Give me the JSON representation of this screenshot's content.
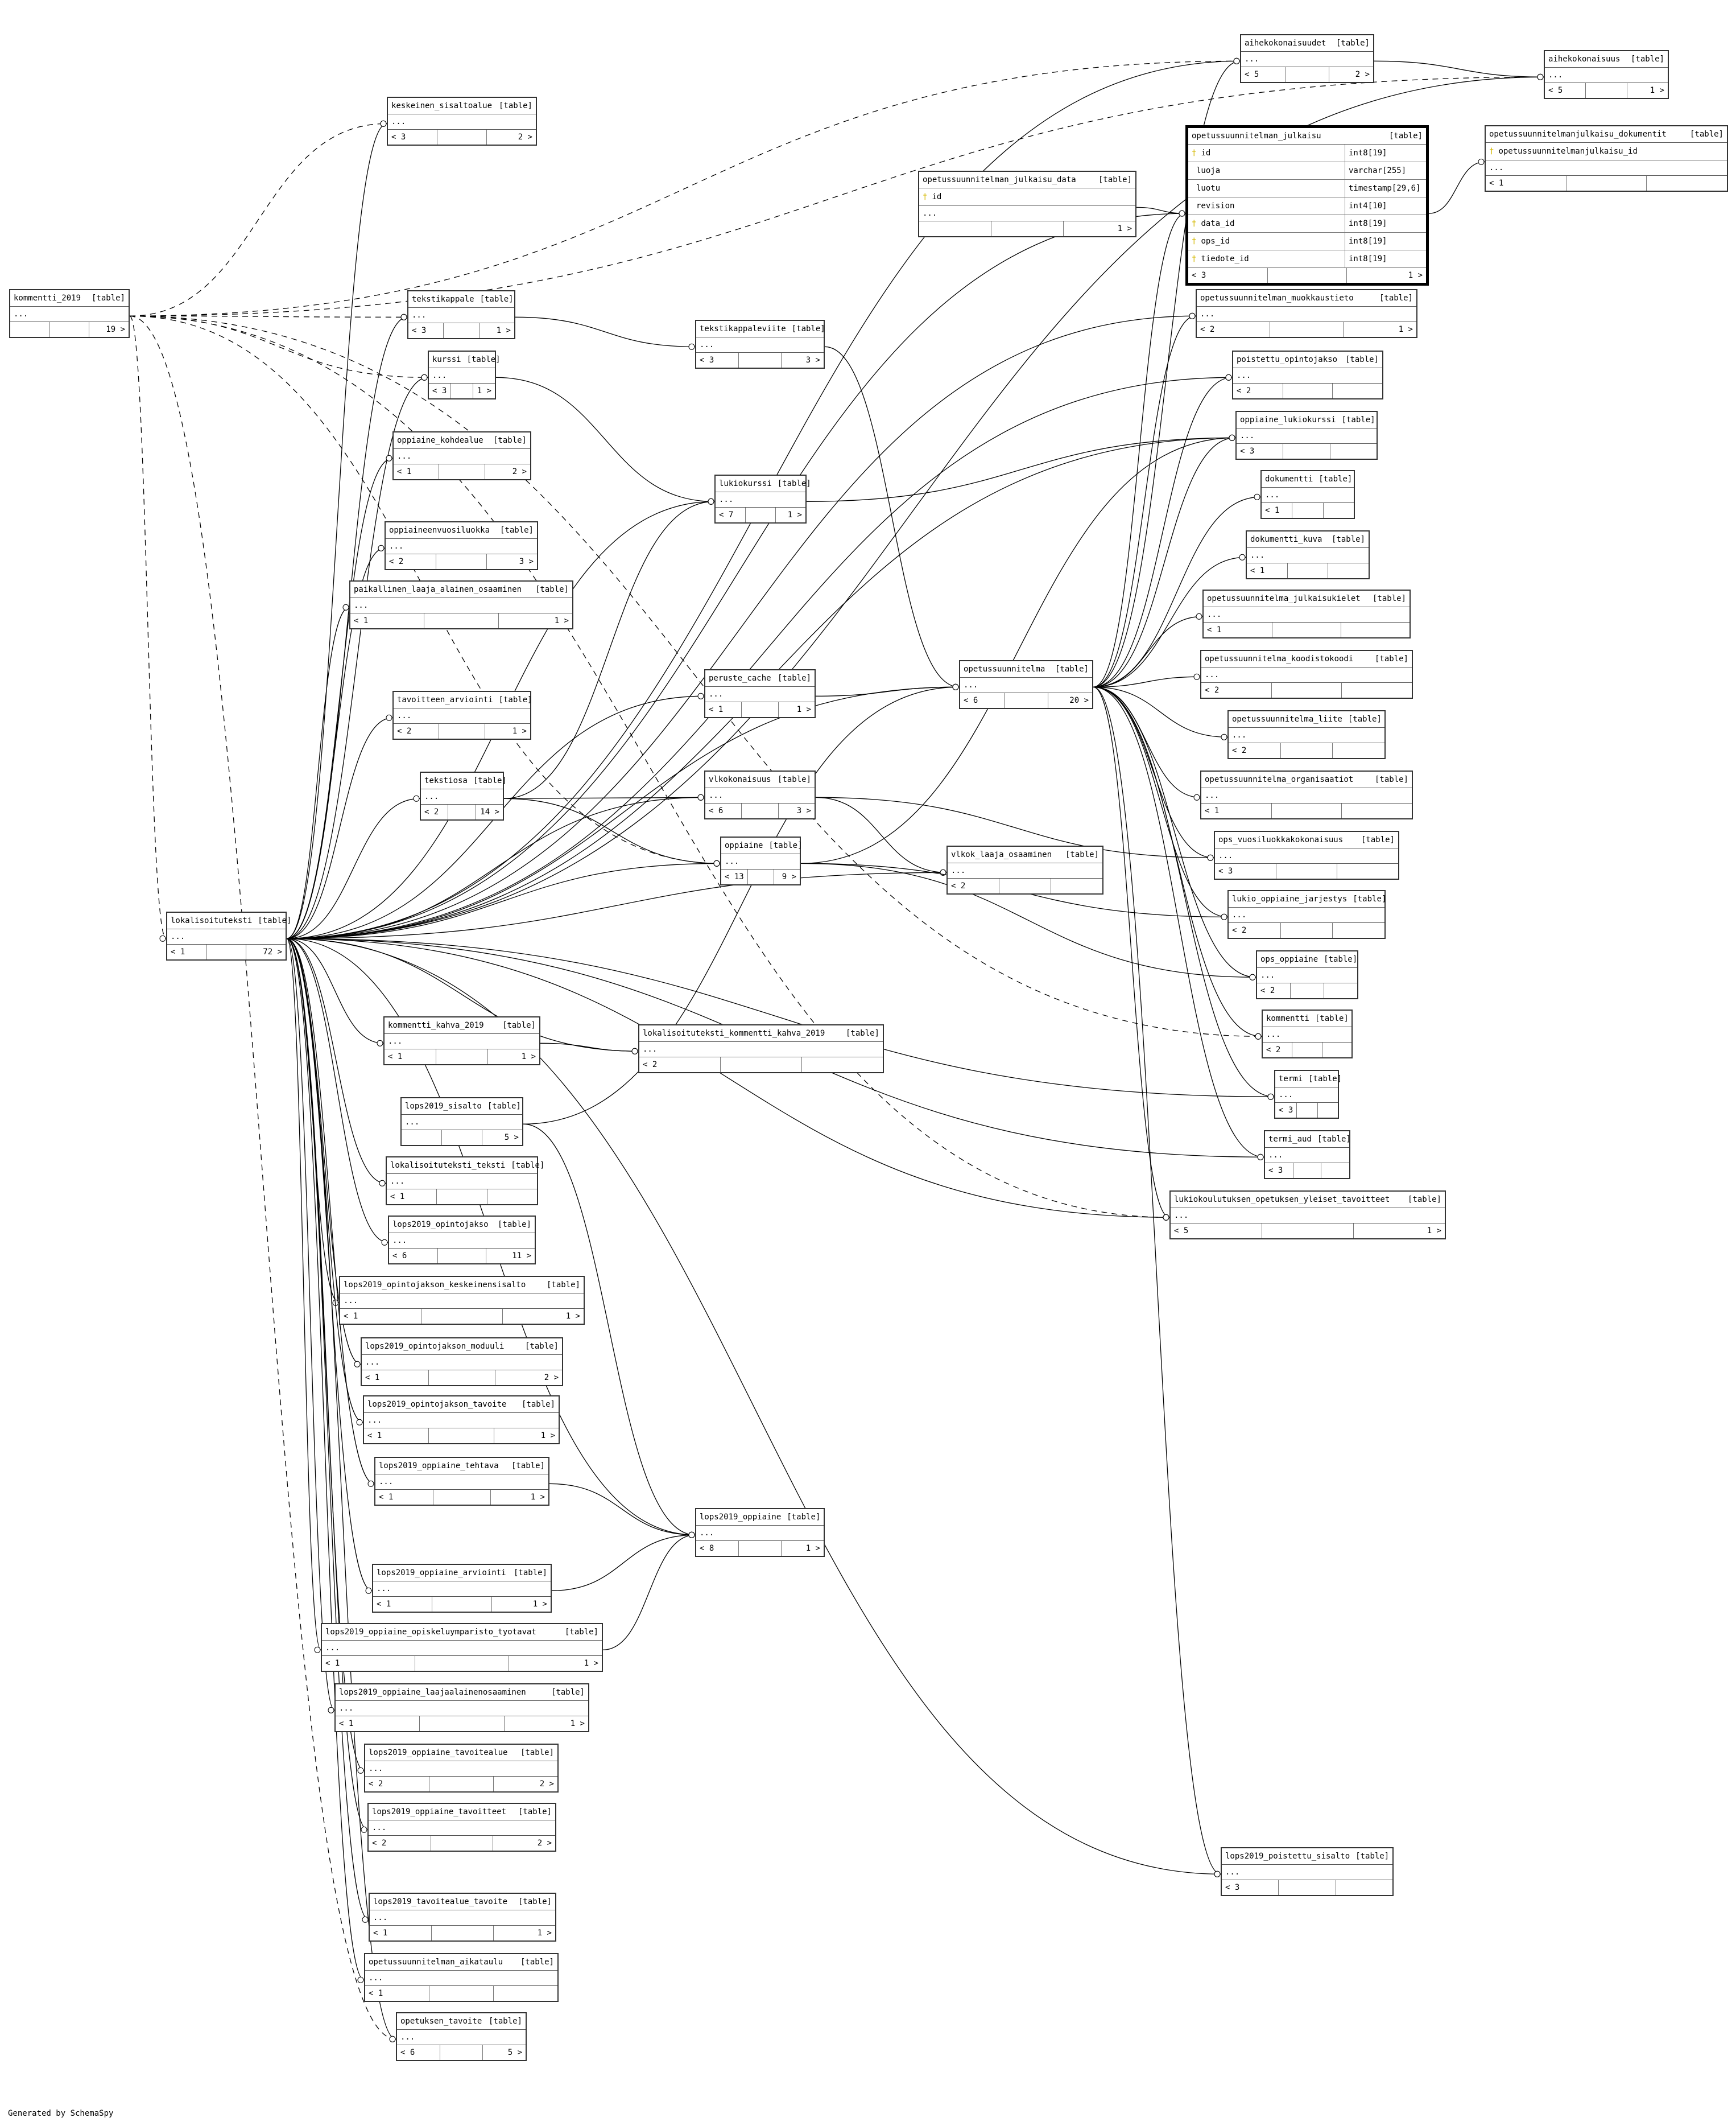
{
  "footer": "Generated by SchemaSpy",
  "tag": "[table]",
  "tables": {
    "kommentti_2019": {
      "name": "kommentti_2019",
      "children": "19"
    },
    "keskeinen_sisaltoalue": {
      "name": "keskeinen_sisaltoalue",
      "parents": "3",
      "children": "2"
    },
    "tekstikappale": {
      "name": "tekstikappale",
      "parents": "3",
      "children": "1"
    },
    "kurssi": {
      "name": "kurssi",
      "parents": "3",
      "children": "1"
    },
    "oppiaine_kohdealue": {
      "name": "oppiaine_kohdealue",
      "parents": "1",
      "children": "2"
    },
    "oppiaineenvuosiluokka": {
      "name": "oppiaineenvuosiluokka",
      "parents": "2",
      "children": "3"
    },
    "paikallinen_laaja_alainen_osaaminen": {
      "name": "paikallinen_laaja_alainen_osaaminen",
      "parents": "1",
      "children": "1"
    },
    "tavoitteen_arviointi": {
      "name": "tavoitteen_arviointi",
      "parents": "2",
      "children": "1"
    },
    "tekstiosa": {
      "name": "tekstiosa",
      "parents": "2",
      "children": "14"
    },
    "lokalisoituteksti": {
      "name": "lokalisoituteksti",
      "parents": "1",
      "children": "72"
    },
    "kommentti_kahva_2019": {
      "name": "kommentti_kahva_2019",
      "parents": "1",
      "children": "1"
    },
    "lops2019_sisalto": {
      "name": "lops2019_sisalto",
      "children": "5"
    },
    "lokalisoituteksti_teksti": {
      "name": "lokalisoituteksti_teksti",
      "parents": "1"
    },
    "lops2019_opintojakso": {
      "name": "lops2019_opintojakso",
      "parents": "6",
      "children": "11"
    },
    "lops2019_opintojakson_keskeinensisalto": {
      "name": "lops2019_opintojakson_keskeinensisalto",
      "parents": "1",
      "children": "1"
    },
    "lops2019_opintojakson_moduuli": {
      "name": "lops2019_opintojakson_moduuli",
      "parents": "1",
      "children": "2"
    },
    "lops2019_opintojakson_tavoite": {
      "name": "lops2019_opintojakson_tavoite",
      "parents": "1",
      "children": "1"
    },
    "lops2019_oppiaine_tehtava": {
      "name": "lops2019_oppiaine_tehtava",
      "parents": "1",
      "children": "1"
    },
    "lops2019_oppiaine_arviointi": {
      "name": "lops2019_oppiaine_arviointi",
      "parents": "1",
      "children": "1"
    },
    "lops2019_oppiaine_opiskeluymparisto_tyotavat": {
      "name": "lops2019_oppiaine_opiskeluymparisto_tyotavat",
      "parents": "1",
      "children": "1"
    },
    "lops2019_oppiaine_laajaalainenosaaminen": {
      "name": "lops2019_oppiaine_laajaalainenosaaminen",
      "parents": "1",
      "children": "1"
    },
    "lops2019_oppiaine_tavoitealue": {
      "name": "lops2019_oppiaine_tavoitealue",
      "parents": "2",
      "children": "2"
    },
    "lops2019_oppiaine_tavoitteet": {
      "name": "lops2019_oppiaine_tavoitteet",
      "parents": "2",
      "children": "2"
    },
    "lops2019_tavoitealue_tavoite": {
      "name": "lops2019_tavoitealue_tavoite",
      "parents": "1",
      "children": "1"
    },
    "opetussuunnitelman_aikataulu": {
      "name": "opetussuunnitelman_aikataulu",
      "parents": "1"
    },
    "opetuksen_tavoite": {
      "name": "opetuksen_tavoite",
      "parents": "6",
      "children": "5"
    },
    "tekstikappaleviite": {
      "name": "tekstikappaleviite",
      "parents": "3",
      "children": "3"
    },
    "lukiokurssi": {
      "name": "lukiokurssi",
      "parents": "7",
      "children": "1"
    },
    "peruste_cache": {
      "name": "peruste_cache",
      "parents": "1",
      "children": "1"
    },
    "vlkokonaisuus": {
      "name": "vlkokonaisuus",
      "parents": "6",
      "children": "3"
    },
    "oppiaine": {
      "name": "oppiaine",
      "parents": "13",
      "children": "9"
    },
    "lokalisoituteksti_kommentti_kahva_2019": {
      "name": "lokalisoituteksti_kommentti_kahva_2019",
      "parents": "2"
    },
    "lops2019_oppiaine": {
      "name": "lops2019_oppiaine",
      "parents": "8",
      "children": "1"
    },
    "opetussuunnitelman_julkaisu_data": {
      "name": "opetussuunnitelman_julkaisu_data",
      "children": "1",
      "col_id": "id"
    },
    "opetussuunnitelma": {
      "name": "opetussuunnitelma",
      "parents": "6",
      "children": "20"
    },
    "vlkok_laaja_osaaminen": {
      "name": "vlkok_laaja_osaaminen",
      "parents": "2"
    },
    "aihekokonaisuudet": {
      "name": "aihekokonaisuudet",
      "parents": "5",
      "children": "2"
    },
    "aihekokonaisuus": {
      "name": "aihekokonaisuus",
      "parents": "5",
      "children": "1"
    },
    "opetussuunnitelman_julkaisu": {
      "name": "opetussuunnitelman_julkaisu",
      "parents": "3",
      "children": "1",
      "columns": [
        {
          "name": "id",
          "type": "int8[19]",
          "key": true
        },
        {
          "name": "luoja",
          "type": "varchar[255]",
          "key": false
        },
        {
          "name": "luotu",
          "type": "timestamp[29,6]",
          "key": false
        },
        {
          "name": "revision",
          "type": "int4[10]",
          "key": false
        },
        {
          "name": "data_id",
          "type": "int8[19]",
          "key": true
        },
        {
          "name": "ops_id",
          "type": "int8[19]",
          "key": true
        },
        {
          "name": "tiedote_id",
          "type": "int8[19]",
          "key": true
        }
      ]
    },
    "opetussuunnitelmanjulkaisu_dokumentit": {
      "name": "opetussuunnitelmanjulkaisu_dokumentit",
      "parents": "1",
      "col": "opetussuunnitelmanjulkaisu_id"
    },
    "opetussuunnitelman_muokkaustieto": {
      "name": "opetussuunnitelman_muokkaustieto",
      "parents": "2",
      "children": "1"
    },
    "poistettu_opintojakso": {
      "name": "poistettu_opintojakso",
      "parents": "2"
    },
    "oppiaine_lukiokurssi": {
      "name": "oppiaine_lukiokurssi",
      "parents": "3"
    },
    "dokumentti": {
      "name": "dokumentti",
      "parents": "1"
    },
    "dokumentti_kuva": {
      "name": "dokumentti_kuva",
      "parents": "1"
    },
    "opetussuunnitelma_julkaisukielet": {
      "name": "opetussuunnitelma_julkaisukielet",
      "parents": "1"
    },
    "opetussuunnitelma_koodistokoodi": {
      "name": "opetussuunnitelma_koodistokoodi",
      "parents": "2"
    },
    "opetussuunnitelma_liite": {
      "name": "opetussuunnitelma_liite",
      "parents": "2"
    },
    "opetussuunnitelma_organisaatiot": {
      "name": "opetussuunnitelma_organisaatiot",
      "parents": "1"
    },
    "ops_vuosiluokkakokonaisuus": {
      "name": "ops_vuosiluokkakokonaisuus",
      "parents": "3"
    },
    "lukio_oppiaine_jarjestys": {
      "name": "lukio_oppiaine_jarjestys",
      "parents": "2"
    },
    "ops_oppiaine": {
      "name": "ops_oppiaine",
      "parents": "2"
    },
    "kommentti": {
      "name": "kommentti",
      "parents": "2"
    },
    "termi": {
      "name": "termi",
      "parents": "3"
    },
    "termi_aud": {
      "name": "termi_aud",
      "parents": "3"
    },
    "lukiokoulutuksen_opetuksen_yleiset_tavoitteet": {
      "name": "lukiokoulutuksen_opetuksen_yleiset_tavoitteet",
      "parents": "5",
      "children": "1"
    },
    "lops2019_poistettu_sisalto": {
      "name": "lops2019_poistettu_sisalto",
      "parents": "3"
    }
  }
}
